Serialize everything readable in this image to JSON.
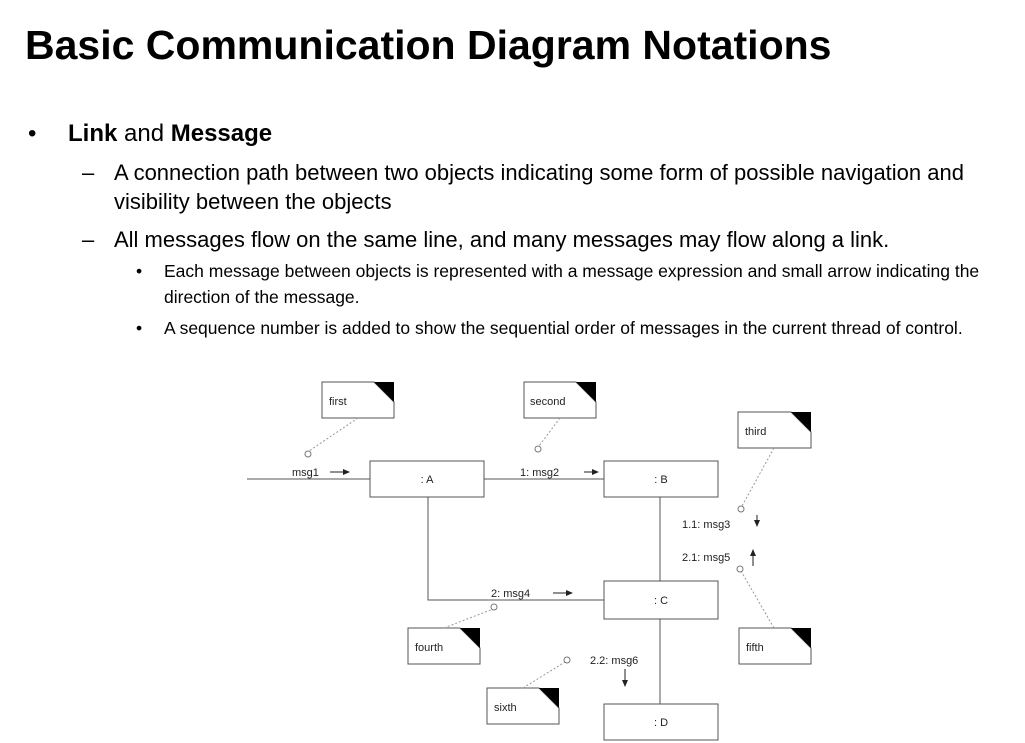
{
  "slide": {
    "title": "Basic Communication Diagram Notations",
    "bullet": {
      "strong1": "Link",
      "mid": " and ",
      "strong2": "Message"
    },
    "sub1": "A connection path between two objects indicating some form of possible navigation and visibility between the objects",
    "sub2": "All messages flow on the same line, and many messages may flow along a link.",
    "subsub1": "Each message between objects is represented with a message expression and small arrow indicating the direction of the message.",
    "subsub2": "A sequence number is added to show the sequential order of messages in the current thread of control."
  },
  "diagram": {
    "objects": {
      "a": ": A",
      "b": ": B",
      "c": ": C",
      "d": ": D"
    },
    "notes": {
      "first": "first",
      "second": "second",
      "third": "third",
      "fourth": "fourth",
      "fifth": "fifth",
      "sixth": "sixth"
    },
    "messages": {
      "m1": "msg1",
      "m2": "1: msg2",
      "m3": "1.1: msg3",
      "m5": "2.1: msg5",
      "m4": "2: msg4",
      "m6": "2.2: msg6"
    }
  }
}
